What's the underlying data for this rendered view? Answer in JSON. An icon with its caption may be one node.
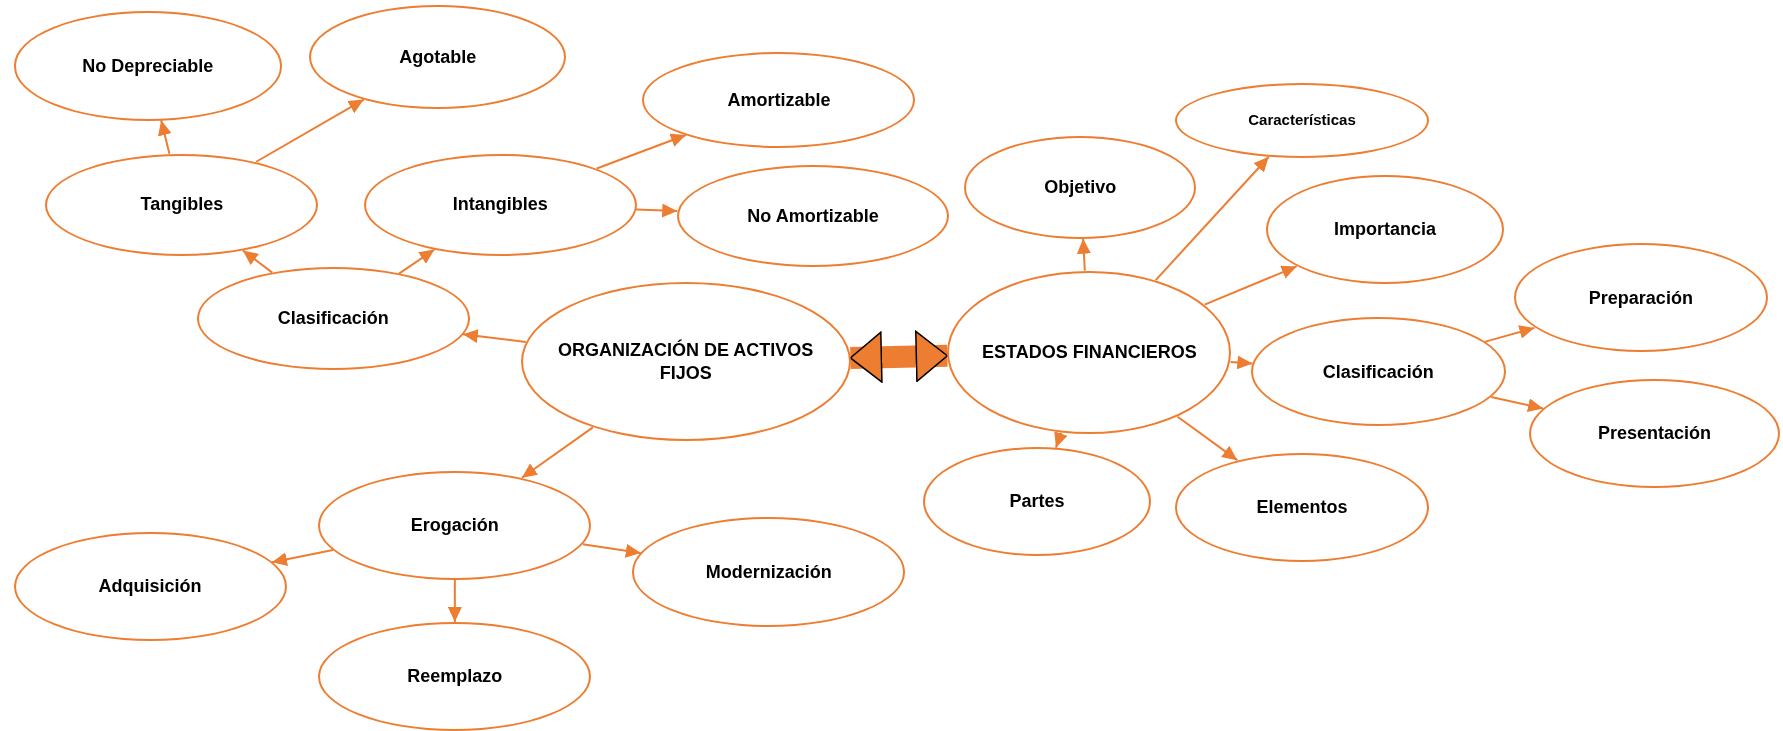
{
  "diagram": {
    "nodes": [
      {
        "text": [
          "No Depreciable"
        ]
      },
      {
        "text": [
          "Agotable"
        ]
      },
      {
        "text": [
          "Amortizable"
        ]
      },
      {
        "text": [
          "Características"
        ]
      },
      {
        "text": [
          "Tangibles"
        ]
      },
      {
        "text": [
          "Intangibles"
        ]
      },
      {
        "text": [
          "No Amortizable"
        ]
      },
      {
        "text": [
          "Objetivo"
        ]
      },
      {
        "text": [
          "Importancia"
        ]
      },
      {
        "text": [
          "Clasificación"
        ]
      },
      {
        "text": [
          "ORGANIZACIÓN DE ACTIVOS FIJOS"
        ]
      },
      {
        "text": [
          "ESTADOS FINANCIEROS"
        ]
      },
      {
        "text": [
          "Preparación"
        ]
      },
      {
        "text": [
          "Clasificación"
        ]
      },
      {
        "text": [
          "Presentación"
        ]
      },
      {
        "text": [
          "Partes"
        ]
      },
      {
        "text": [
          "Elementos"
        ]
      },
      {
        "text": [
          "Erogación"
        ]
      },
      {
        "text": [
          "Adquisición"
        ]
      },
      {
        "text": [
          "Modernización"
        ]
      },
      {
        "text": [
          "Reemplazo"
        ]
      }
    ],
    "edges": [
      {
        "from": 4,
        "to": 0,
        "arrow": "to"
      },
      {
        "from": 4,
        "to": 1,
        "arrow": "to"
      },
      {
        "from": 5,
        "to": 2,
        "arrow": "to"
      },
      {
        "from": 5,
        "to": 6,
        "arrow": "to"
      },
      {
        "from": 9,
        "to": 4,
        "arrow": "to"
      },
      {
        "from": 9,
        "to": 5,
        "arrow": "to"
      },
      {
        "from": 10,
        "to": 9,
        "arrow": "to"
      },
      {
        "from": 10,
        "to": 17,
        "arrow": "to"
      },
      {
        "from": 17,
        "to": 18,
        "arrow": "to"
      },
      {
        "from": 17,
        "to": 19,
        "arrow": "to"
      },
      {
        "from": 17,
        "to": 20,
        "arrow": "to"
      },
      {
        "from": 10,
        "to": 11,
        "arrow": "both",
        "style": "thick"
      },
      {
        "from": 11,
        "to": 7,
        "arrow": "to"
      },
      {
        "from": 11,
        "to": 3,
        "arrow": "to"
      },
      {
        "from": 11,
        "to": 8,
        "arrow": "to"
      },
      {
        "from": 11,
        "to": 13,
        "arrow": "to"
      },
      {
        "from": 11,
        "to": 15,
        "arrow": "to"
      },
      {
        "from": 11,
        "to": 16,
        "arrow": "to"
      },
      {
        "from": 13,
        "to": 12,
        "arrow": "to"
      },
      {
        "from": 13,
        "to": 14,
        "arrow": "to"
      }
    ]
  }
}
